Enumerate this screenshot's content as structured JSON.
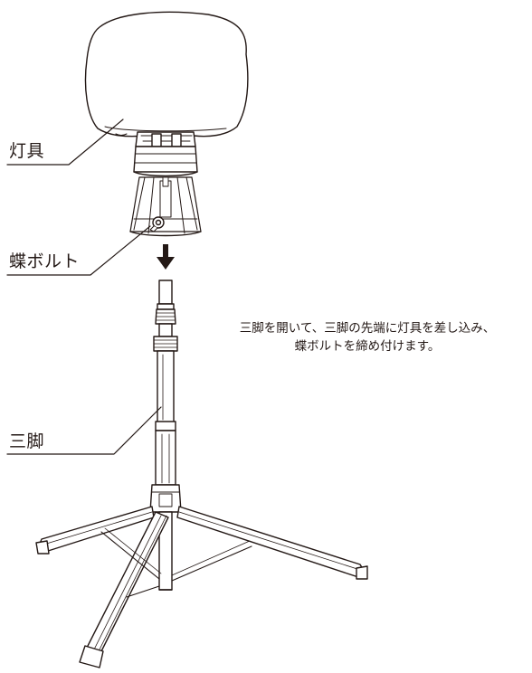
{
  "labels": {
    "lamp": "灯具",
    "wing_bolt": "蝶ボルト",
    "tripod": "三脚"
  },
  "instruction": {
    "line1": "三脚を開いて、三脚の先端に灯具を差し込み、",
    "line2": "蝶ボルトを締め付けます。"
  },
  "colors": {
    "line": "#231815",
    "fill": "#ffffff",
    "shade": "#e6e6e6"
  },
  "icons": {
    "arrow": "down-arrow-icon"
  }
}
